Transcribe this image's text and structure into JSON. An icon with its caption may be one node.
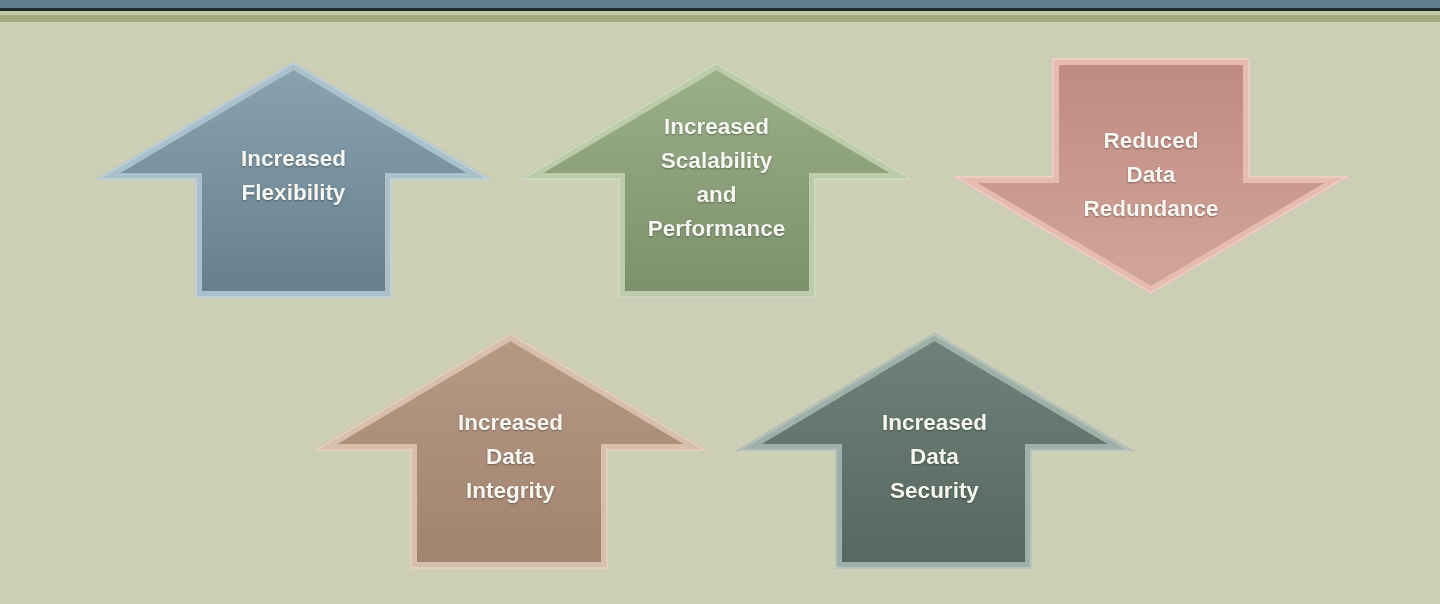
{
  "diagram": {
    "nodes": [
      {
        "text": [
          "Increased Flexibility"
        ]
      },
      {
        "text": [
          "Increased Scalability and Performance"
        ]
      },
      {
        "text": [
          "Reduced Data Redundance"
        ]
      },
      {
        "text": [
          "Increased Data Integrity"
        ]
      },
      {
        "text": [
          "Increased Data Security"
        ]
      }
    ]
  }
}
